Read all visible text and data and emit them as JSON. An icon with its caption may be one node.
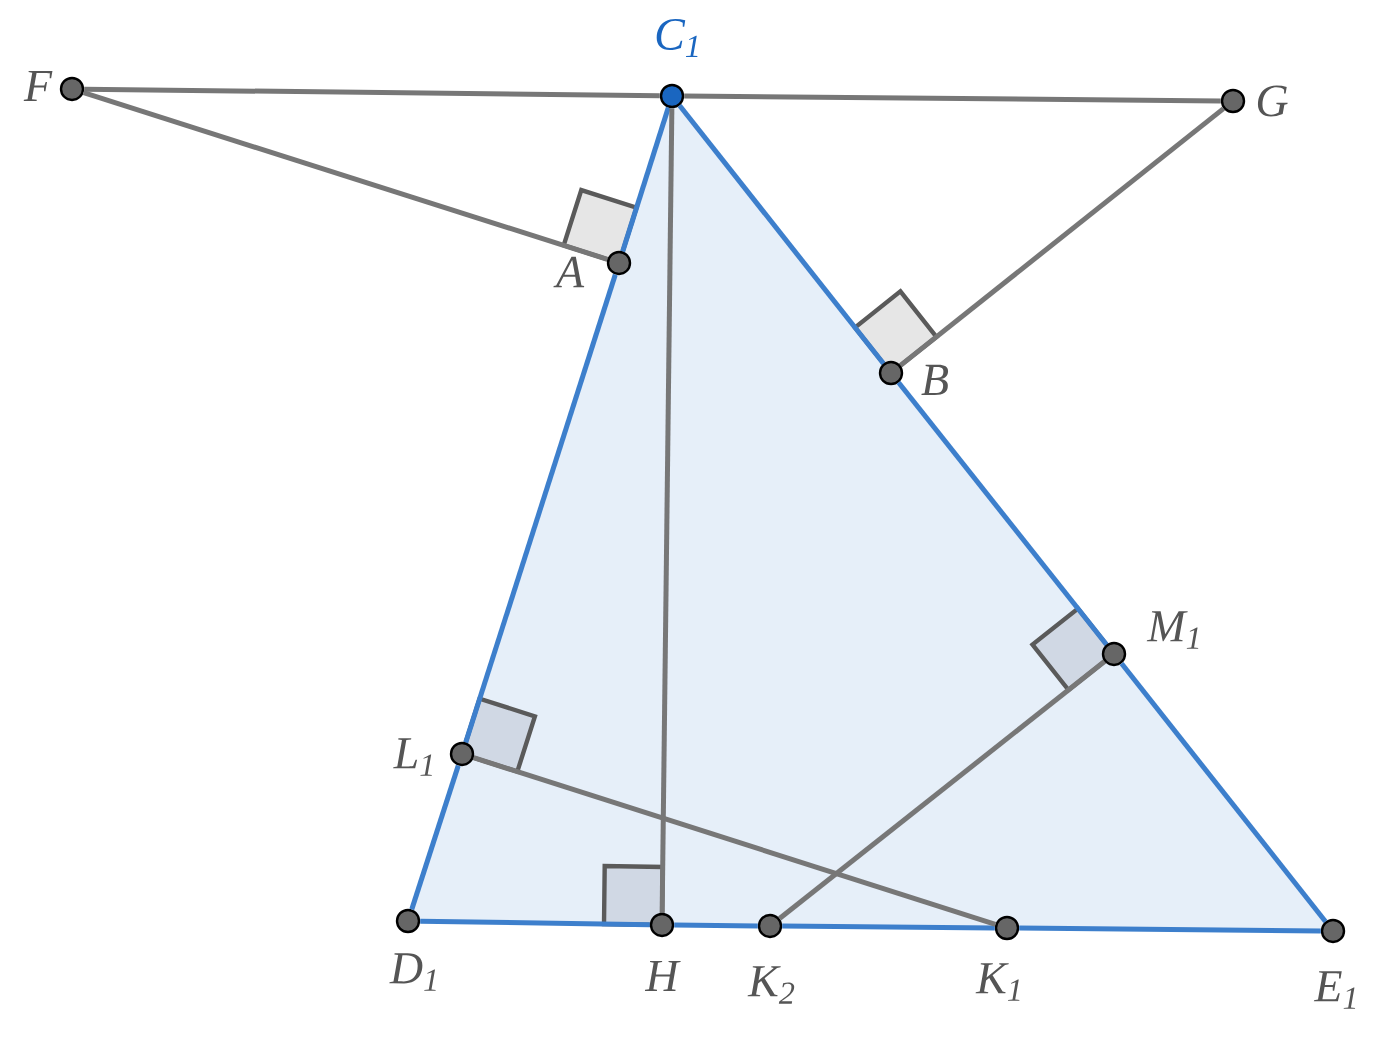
{
  "diagram": {
    "nodes": [
      {
        "text": [],
        "shape": "circle",
        "beside": [
          "F"
        ]
      },
      {
        "text": [],
        "shape": "circle",
        "beside": [
          "C$_{1}$"
        ]
      },
      {
        "text": [],
        "shape": "circle",
        "beside": [
          "G"
        ]
      },
      {
        "text": [],
        "shape": "circle",
        "beside": [
          "A"
        ]
      },
      {
        "text": [],
        "shape": "circle",
        "beside": [
          "B"
        ]
      },
      {
        "text": [],
        "shape": "circle",
        "beside": [
          "M$_{1}$"
        ]
      },
      {
        "text": [],
        "shape": "circle",
        "beside": [
          "L$_{1}$"
        ]
      },
      {
        "text": [],
        "shape": "circle",
        "beside": [
          "D$_{1}$"
        ]
      },
      {
        "text": [],
        "shape": "circle",
        "beside": [
          "H"
        ]
      },
      {
        "text": [],
        "shape": "circle",
        "beside": [
          "K$_{2}$"
        ]
      },
      {
        "text": [],
        "shape": "circle",
        "beside": [
          "K$_{1}$"
        ]
      },
      {
        "text": [],
        "shape": "circle",
        "beside": [
          "E$_{1}$"
        ]
      }
    ],
    "edges": [
      {
        "from": 1,
        "to": 3,
        "arrow": "none"
      },
      {
        "from": 3,
        "to": 6,
        "arrow": "none"
      },
      {
        "from": 6,
        "to": 7,
        "arrow": "none"
      },
      {
        "from": 1,
        "to": 4,
        "arrow": "none"
      },
      {
        "from": 4,
        "to": 5,
        "arrow": "none"
      },
      {
        "from": 5,
        "to": 11,
        "arrow": "none"
      },
      {
        "from": 7,
        "to": 8,
        "arrow": "none"
      },
      {
        "from": 8,
        "to": 9,
        "arrow": "none"
      },
      {
        "from": 9,
        "to": 10,
        "arrow": "none"
      },
      {
        "from": 10,
        "to": 11,
        "arrow": "none"
      },
      {
        "from": 0,
        "to": 1,
        "arrow": "none",
        "color": "#777777"
      },
      {
        "from": 1,
        "to": 2,
        "arrow": "none",
        "color": "#777777"
      },
      {
        "from": 0,
        "to": 3,
        "arrow": "none",
        "color": "#777777"
      },
      {
        "from": 2,
        "to": 4,
        "arrow": "none",
        "color": "#777777"
      },
      {
        "from": 1,
        "to": 8,
        "arrow": "none",
        "color": "#777777"
      },
      {
        "from": 6,
        "to": 10,
        "arrow": "none",
        "color": "#777777"
      },
      {
        "from": 5,
        "to": 9,
        "arrow": "none",
        "color": "#777777"
      }
    ]
  }
}
